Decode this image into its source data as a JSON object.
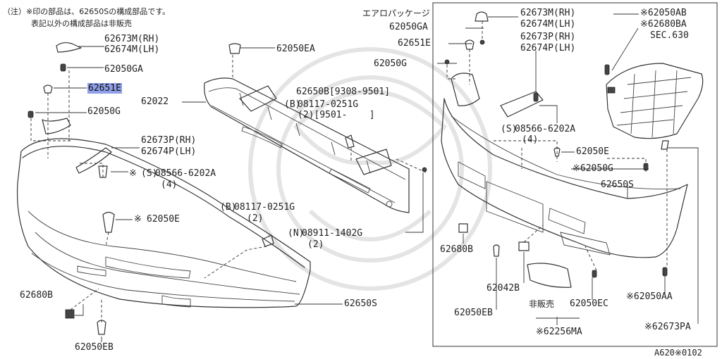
{
  "header": {
    "note_line1": "（注）※印の部品は、62650Sの構成部品です。",
    "note_line2": "表記以外の構成部品は非販売"
  },
  "left_labels": {
    "p62673M": "62673M(RH)",
    "p62674M": "62674M(LH)",
    "p62050GA": "62050GA",
    "p62651E": "62651E",
    "p62050G": "62050G",
    "p62050EA": "62050EA",
    "p62022": "62022",
    "p62650B": "62650B[9308-9501]",
    "bolt1_code": "08117-0251G",
    "bolt1_qty": "(2)[9501-    ]",
    "p62673P": "62673P(RH)",
    "p62674P": "62674P(LH)",
    "screw_code": "08566-6202A",
    "screw_qty": "(4)",
    "screw_mark": "※",
    "p62050E_mark": "※",
    "p62050E": "62050E",
    "bolt2_code": "08117-0251G",
    "bolt2_qty": "(2)",
    "nut_code": "08911-1402G",
    "nut_qty": "(2)",
    "p62680B": "62680B",
    "p62050EB": "62050EB",
    "p62650S": "62650S",
    "circle_s": "S",
    "circle_b": "B",
    "circle_n": "N"
  },
  "right_labels": {
    "box_title": "エアロパッケージ",
    "p62673M": "62673M(RH)",
    "p62674M": "62674M(LH)",
    "p62050GA": "62050GA",
    "p62651E": "62651E",
    "p62673P": "62673P(RH)",
    "p62674P": "62674P(LH)",
    "p62050G": "62050G",
    "p62050AB": "※62050AB",
    "p62680BA": "※62680BA",
    "sec": "SEC.630",
    "screw_code": "08566-6202A",
    "screw_qty": "(4)",
    "p62050E": "62050E",
    "p62050G2": "※62050G",
    "p62650S": "62650S",
    "p62680B": "62680B",
    "p62042B": "62042B",
    "p62050EB": "62050EB",
    "not_sold": "非販売",
    "p62050EC": "62050EC",
    "p62050AA": "※62050AA",
    "p62256MA": "※62256MA",
    "p62673PA": "※62673PA",
    "circle_s": "S"
  },
  "footer": {
    "code": "A620※0102"
  }
}
